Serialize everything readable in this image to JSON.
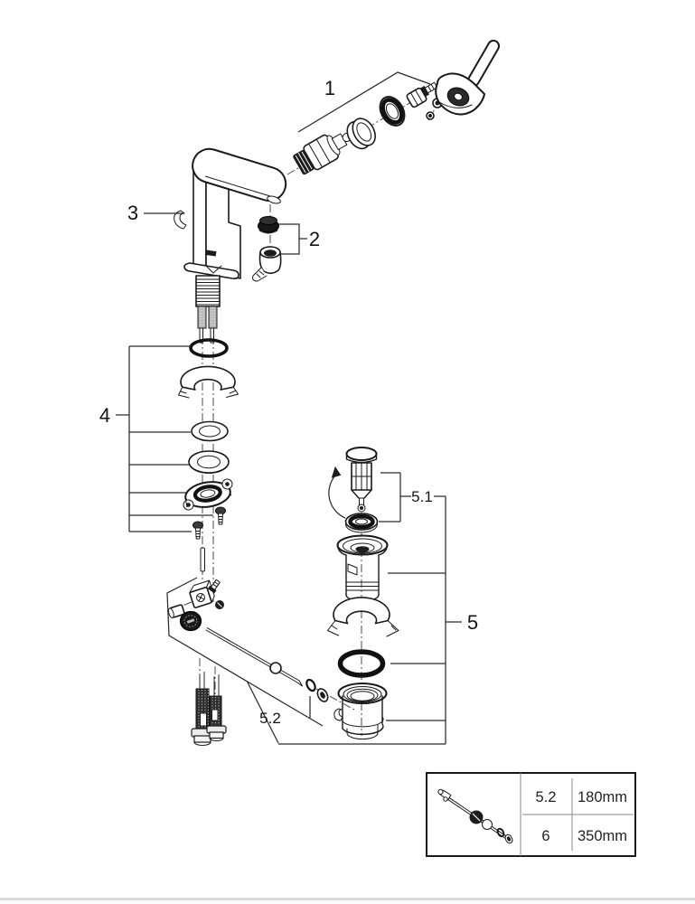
{
  "diagram": {
    "type": "exploded-parts-diagram",
    "callouts": {
      "c1": "1",
      "c2": "2",
      "c3": "3",
      "c4": "4",
      "c5": "5",
      "c5_1": "5.1",
      "c5_2": "5.2"
    },
    "size_table": {
      "rows": [
        {
          "part": "5.2",
          "length": "180mm"
        },
        {
          "part": "6",
          "length": "350mm"
        }
      ]
    },
    "colors": {
      "ink": "#1a1a1a",
      "leader": "#2b2b2b",
      "table_divider": "#8a8a8a",
      "page_rule": "#d9d9d9",
      "background": "#ffffff"
    }
  }
}
